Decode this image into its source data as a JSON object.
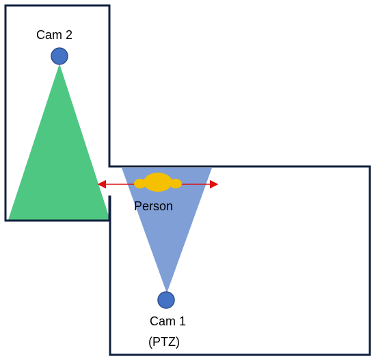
{
  "labels": {
    "cam2": "Cam 2",
    "person": "Person",
    "cam1_line1": "Cam 1",
    "cam1_line2": "(PTZ)"
  },
  "colors": {
    "wall": "#0f1f3d",
    "camera": "#4472c4",
    "camera_outline": "#2f4f8a",
    "cam2_fov": "#4ec783",
    "cam1_fov": "#7f9fd6",
    "person": "#f5c000",
    "arrow": "#e01010"
  },
  "icons": {
    "camera": "camera-icon",
    "person": "person-icon",
    "arrow": "double-arrow-icon"
  }
}
